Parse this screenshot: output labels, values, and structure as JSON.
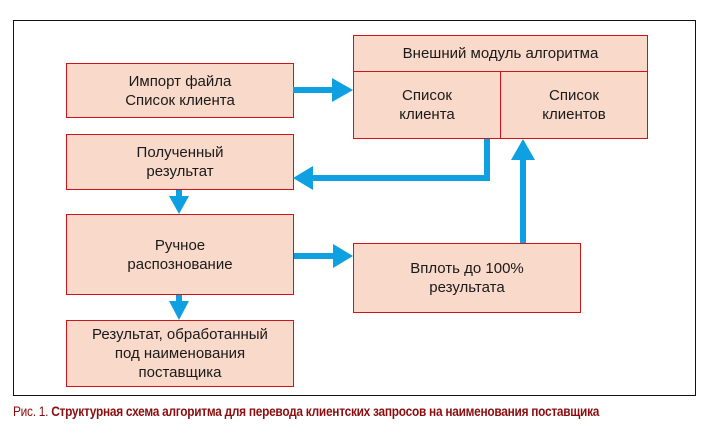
{
  "diagram": {
    "colors": {
      "box_fill": "#f9d9c9",
      "box_border": "#d0121b",
      "arrow": "#0ea0e0",
      "caption": "#8b0d0f"
    },
    "nodes": {
      "import": "Импорт файла\nСписок клиента",
      "received": "Полученный\nрезультат",
      "manual": "Ручное\nраспознование",
      "result": "Результат, обработанный\nпод наименования\nпоставщика",
      "upto100": "Вплоть до 100%\nрезультата",
      "module": {
        "title": "Внешний модуль алгоритма",
        "left_cell": "Список\nклиента",
        "right_cell": "Список\nклиентов"
      }
    },
    "edges": [
      {
        "from": "import",
        "to": "module.left_cell"
      },
      {
        "from": "module.left_cell",
        "to": "received"
      },
      {
        "from": "received",
        "to": "manual"
      },
      {
        "from": "manual",
        "to": "upto100"
      },
      {
        "from": "manual",
        "to": "result"
      },
      {
        "from": "upto100",
        "to": "module.right_cell"
      }
    ]
  },
  "caption": {
    "prefix": "Рис. 1. ",
    "text": "Структурная схема алгоритма для перевода клиентских запросов на наименования поставщика"
  }
}
